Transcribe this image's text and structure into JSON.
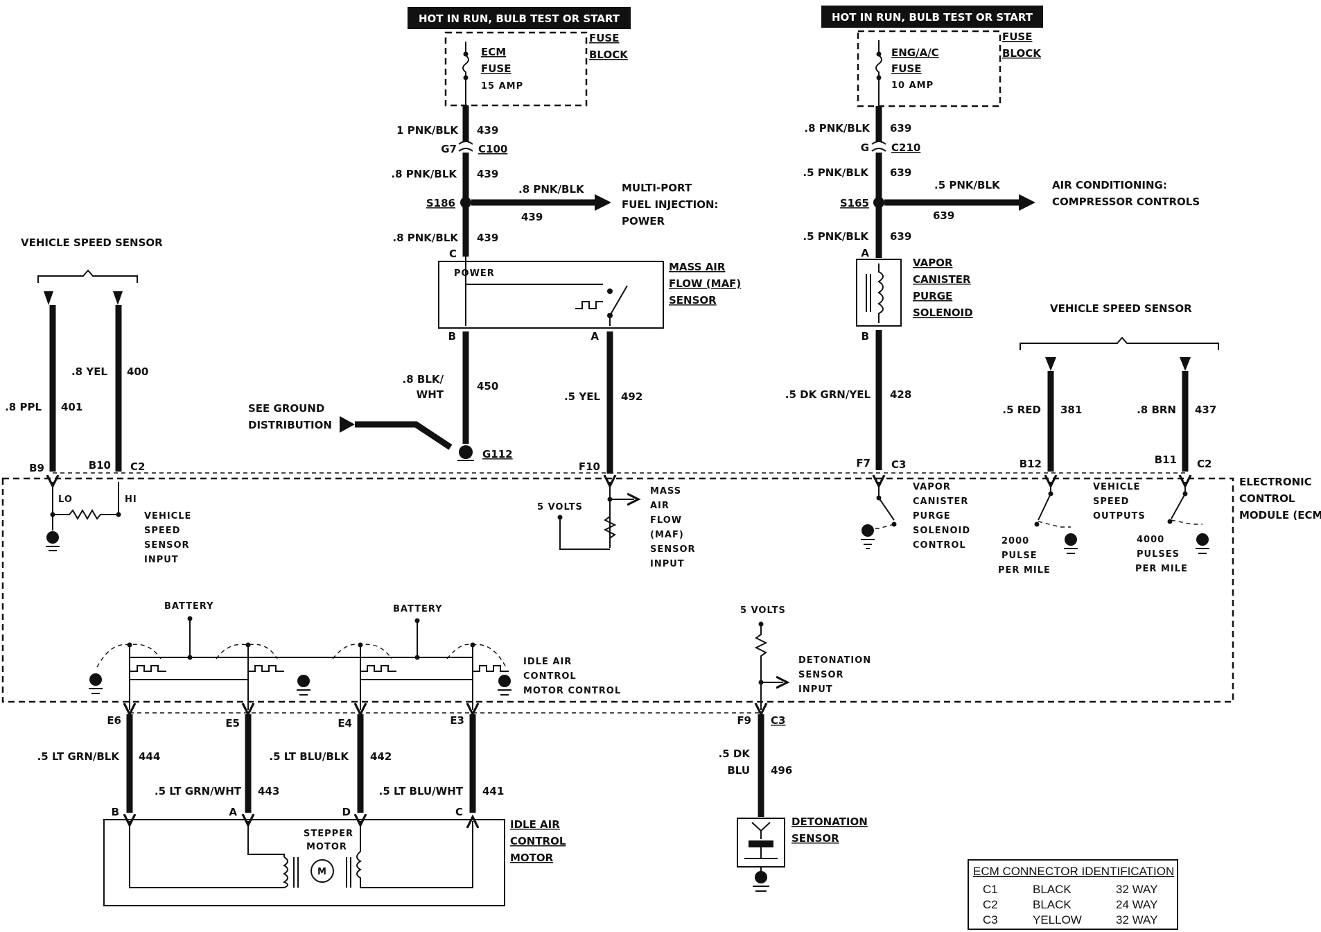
{
  "power_sources": {
    "left_banner": "HOT IN RUN, BULB TEST OR START",
    "right_banner": "HOT IN RUN, BULB TEST OR START"
  },
  "fuse_block_left": {
    "title_line1": "FUSE",
    "title_line2": "BLOCK",
    "fuse_line1": "ECM",
    "fuse_line2": "FUSE",
    "rating": "15 AMP"
  },
  "fuse_block_right": {
    "title_line1": "FUSE",
    "title_line2": "BLOCK",
    "fuse_line1": "ENG/A/C",
    "fuse_line2": "FUSE",
    "rating": "10 AMP"
  },
  "left_feed": {
    "wire1_label": "1 PNK/BLK",
    "wire1_circuit": "439",
    "connector_pin": "G7",
    "connector": "C100",
    "wire2_label": ".8 PNK/BLK",
    "wire2_circuit": "439",
    "splice": "S186",
    "branch_label": ".8 PNK/BLK",
    "branch_circuit": "439",
    "branch_dest_line1": "MULTI-PORT",
    "branch_dest_line2": "FUEL INJECTION:",
    "branch_dest_line3": "POWER",
    "wire3_label": ".8 PNK/BLK",
    "wire3_circuit": "439",
    "pin_c": "C"
  },
  "right_feed": {
    "wire1_label": ".8 PNK/BLK",
    "wire1_circuit": "639",
    "connector_pin": "G",
    "connector": "C210",
    "wire2_label": ".5 PNK/BLK",
    "wire2_circuit": "639",
    "splice": "S165",
    "branch_label": ".5 PNK/BLK",
    "branch_circuit": "639",
    "branch_dest_line1": "AIR CONDITIONING:",
    "branch_dest_line2": "COMPRESSOR CONTROLS",
    "wire3_label": ".5 PNK/BLK",
    "wire3_circuit": "639",
    "pin_a": "A"
  },
  "maf_sensor": {
    "label_line1": "MASS AIR",
    "label_line2": "FLOW (MAF)",
    "label_line3": "SENSOR",
    "power_label": "POWER",
    "pin_b": "B",
    "pin_a": "A",
    "ground_wire_label_line1": ".8 BLK/",
    "ground_wire_label_line2": "WHT",
    "ground_wire_circuit": "450",
    "ground": "G112",
    "signal_wire_label": ".5 YEL",
    "signal_wire_circuit": "492",
    "ecm_pin": "F10",
    "see_ground_line1": "SEE GROUND",
    "see_ground_line2": "DISTRIBUTION"
  },
  "vapor_canister": {
    "label_line1": "VAPOR",
    "label_line2": "CANISTER",
    "label_line3": "PURGE",
    "label_line4": "SOLENOID",
    "pin_b": "B",
    "wire_label": ".5 DK GRN/YEL",
    "wire_circuit": "428",
    "ecm_pin": "F7",
    "ecm_connector": "C3"
  },
  "vss_left": {
    "title": "VEHICLE SPEED SENSOR",
    "wire1_label": ".8 PPL",
    "wire1_circuit": "401",
    "wire2_label": ".8 YEL",
    "wire2_circuit": "400",
    "pin1": "B9",
    "pin2": "B10",
    "connector": "C2"
  },
  "vss_right": {
    "title": "VEHICLE SPEED SENSOR",
    "wire1_label": ".5 RED",
    "wire1_circuit": "381",
    "wire2_label": ".8 BRN",
    "wire2_circuit": "437",
    "pin1": "B12",
    "pin2": "B11",
    "connector": "C2"
  },
  "ecm": {
    "label_line1": "ELECTRONIC",
    "label_line2": "CONTROL",
    "label_line3": "MODULE (ECM)",
    "vss_input_lo": "LO",
    "vss_input_hi": "HI",
    "vss_input_line1": "VEHICLE",
    "vss_input_line2": "SPEED",
    "vss_input_line3": "SENSOR",
    "vss_input_line4": "INPUT",
    "maf_5v": "5 VOLTS",
    "maf_input_line1": "MASS",
    "maf_input_line2": "AIR",
    "maf_input_line3": "FLOW",
    "maf_input_line4": "(MAF)",
    "maf_input_line5": "SENSOR",
    "maf_input_line6": "INPUT",
    "vcp_line1": "VAPOR",
    "vcp_line2": "CANISTER",
    "vcp_line3": "PURGE",
    "vcp_line4": "SOLENOID",
    "vcp_line5": "CONTROL",
    "vso_line1": "VEHICLE",
    "vso_line2": "SPEED",
    "vso_line3": "OUTPUTS",
    "pulse2000_line1": "2000",
    "pulse2000_line2": "PULSE",
    "pulse2000_line3": "PER MILE",
    "pulse4000_line1": "4000",
    "pulse4000_line2": "PULSES",
    "pulse4000_line3": "PER MILE",
    "battery1": "BATTERY",
    "battery2": "BATTERY",
    "iac_line1": "IDLE AIR",
    "iac_line2": "CONTROL",
    "iac_line3": "MOTOR CONTROL",
    "det_5v": "5 VOLTS",
    "det_line1": "DETONATION",
    "det_line2": "SENSOR",
    "det_line3": "INPUT"
  },
  "iac_wires": {
    "pin_e6": "E6",
    "pin_e5": "E5",
    "pin_e4": "E4",
    "pin_e3": "E3",
    "w1_label": ".5 LT GRN/BLK",
    "w1_circuit": "444",
    "w2_label": ".5 LT GRN/WHT",
    "w2_circuit": "443",
    "w3_label": ".5 LT BLU/BLK",
    "w3_circuit": "442",
    "w4_label": ".5 LT BLU/WHT",
    "w4_circuit": "441",
    "pin_b": "B",
    "pin_a": "A",
    "pin_d": "D",
    "pin_c": "C"
  },
  "iac_motor": {
    "label_line1": "IDLE AIR",
    "label_line2": "CONTROL",
    "label_line3": "MOTOR",
    "stepper_line1": "STEPPER",
    "stepper_line2": "MOTOR",
    "motor_symbol": "M"
  },
  "detonation": {
    "pin": "F9",
    "connector": "C3",
    "wire_label_line1": ".5 DK",
    "wire_label_line2": "BLU",
    "wire_circuit": "496",
    "label_line1": "DETONATION",
    "label_line2": "SENSOR"
  },
  "connector_table": {
    "title": "ECM CONNECTOR IDENTIFICATION",
    "rows": [
      {
        "id": "C1",
        "color": "BLACK",
        "ways": "32 WAY"
      },
      {
        "id": "C2",
        "color": "BLACK",
        "ways": "24 WAY"
      },
      {
        "id": "C3",
        "color": "YELLOW",
        "ways": "32 WAY"
      }
    ]
  }
}
